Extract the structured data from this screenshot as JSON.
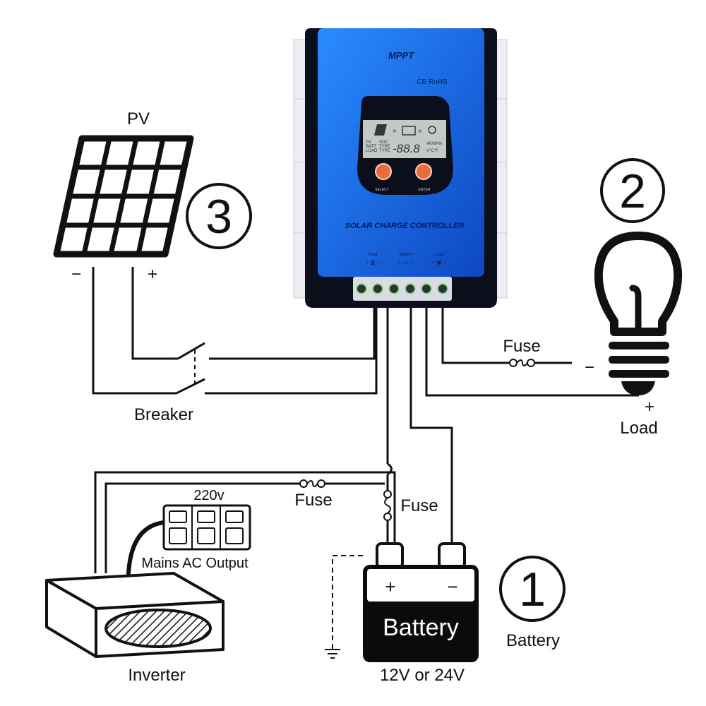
{
  "controller": {
    "brand": "MPPT",
    "certs": "CE RoHS",
    "name": "SOLAR CHARGE CONTROLLER",
    "lcd": {
      "left_labels": [
        "PV",
        "BATT",
        "LOAD"
      ],
      "mid_labels": [
        "SOC",
        "TYPE",
        "TYPE"
      ],
      "digits": "-88.8",
      "units_top": "AKWh%",
      "units_bottom": "V°C°F"
    },
    "buttons": {
      "select": "SELECT",
      "enter": "ENTER"
    },
    "ports": {
      "solar": "Solar",
      "battery": "Battery",
      "load": "Load"
    },
    "colors": {
      "body": "#1565d8",
      "frame": "#0b0f1c",
      "heatsink": "#e8eaee"
    }
  },
  "pv": {
    "label": "PV",
    "minus": "−",
    "plus": "+",
    "number": "3"
  },
  "load": {
    "number": "2",
    "plus": "+",
    "label": "Load",
    "minus": "−"
  },
  "battery": {
    "number": "1",
    "text": "Battery",
    "caption": "Battery",
    "voltage": "12V or 24V",
    "plus": "+",
    "minus": "−"
  },
  "breaker": {
    "label": "Breaker"
  },
  "fuses": [
    "Fuse",
    "Fuse",
    "Fuse"
  ],
  "inverter": {
    "label": "Inverter",
    "output_voltage": "220v",
    "output_label": "Mains AC Output"
  }
}
